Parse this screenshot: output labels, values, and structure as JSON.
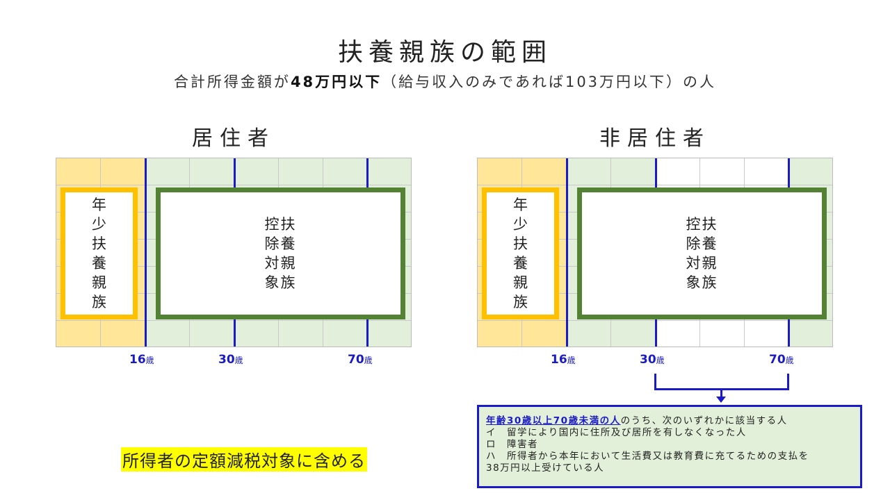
{
  "title": "扶養親族の範囲",
  "subtitle": {
    "prefix": "合計所得金額が",
    "bold": "48万円以下",
    "suffix": "（給与収入のみであれば103万円以下）の人"
  },
  "panels": [
    {
      "title": "居住者",
      "left_box": [
        "年",
        "少",
        "扶",
        "養",
        "親",
        "族"
      ],
      "right_box": [
        "控扶",
        "除養",
        "対親",
        "象族"
      ],
      "ages": [
        "16",
        "30",
        "70"
      ],
      "age_unit": "歳"
    },
    {
      "title": "非居住者",
      "left_box": [
        "年",
        "少",
        "扶",
        "養",
        "親",
        "族"
      ],
      "right_box": [
        "控扶",
        "除養",
        "対親",
        "象族"
      ],
      "ages": [
        "16",
        "30",
        "70"
      ],
      "age_unit": "歳"
    }
  ],
  "note": {
    "highlight": "年齢30歳以上70歳未満の人",
    "line1_rest": "のうち、次のいずれかに該当する人",
    "line2": "イ　留学により国内に住所及び居所を有しなくなった人",
    "line3": "ロ　障害者",
    "line4": "ハ　所得者から本年において生活費又は教育費に充てるための支払を",
    "line5": "38万円以上受けている人"
  },
  "footer_highlight": "所得者の定額減税対象に含める",
  "colors": {
    "yellow_fill": "#ffe699",
    "green_fill": "#e2efda",
    "yellow_border": "#ffc000",
    "green_border": "#548235",
    "line_blue": "#1a1ac8"
  }
}
